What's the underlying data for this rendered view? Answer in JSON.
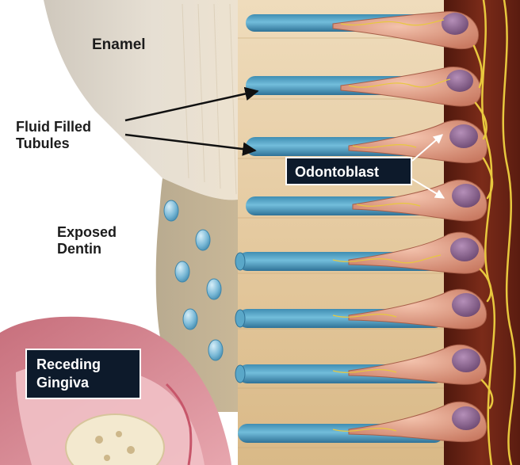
{
  "labels": {
    "enamel": "Enamel",
    "fluid_filled_tubules": "Fluid Filled Tubules",
    "odontoblast": "Odontoblast",
    "exposed_dentin": "Exposed Dentin",
    "receding_gingiva": "Receding Gingiva"
  },
  "colors": {
    "label_box_bg": "#0d1a2b",
    "label_box_text": "#ffffff",
    "enamel": "#e6dcc8",
    "dentin_bands": "#e9d2ab",
    "tubules": "#5aa7c8",
    "odontoblast_cells": "#e7a990",
    "cell_nucleus": "#9a6f9e",
    "nerve_fibers": "#e8c83e",
    "pulp": "#6b2416",
    "gingiva": "#e9a6ae",
    "fluid_drops": "#8fc6dd"
  }
}
